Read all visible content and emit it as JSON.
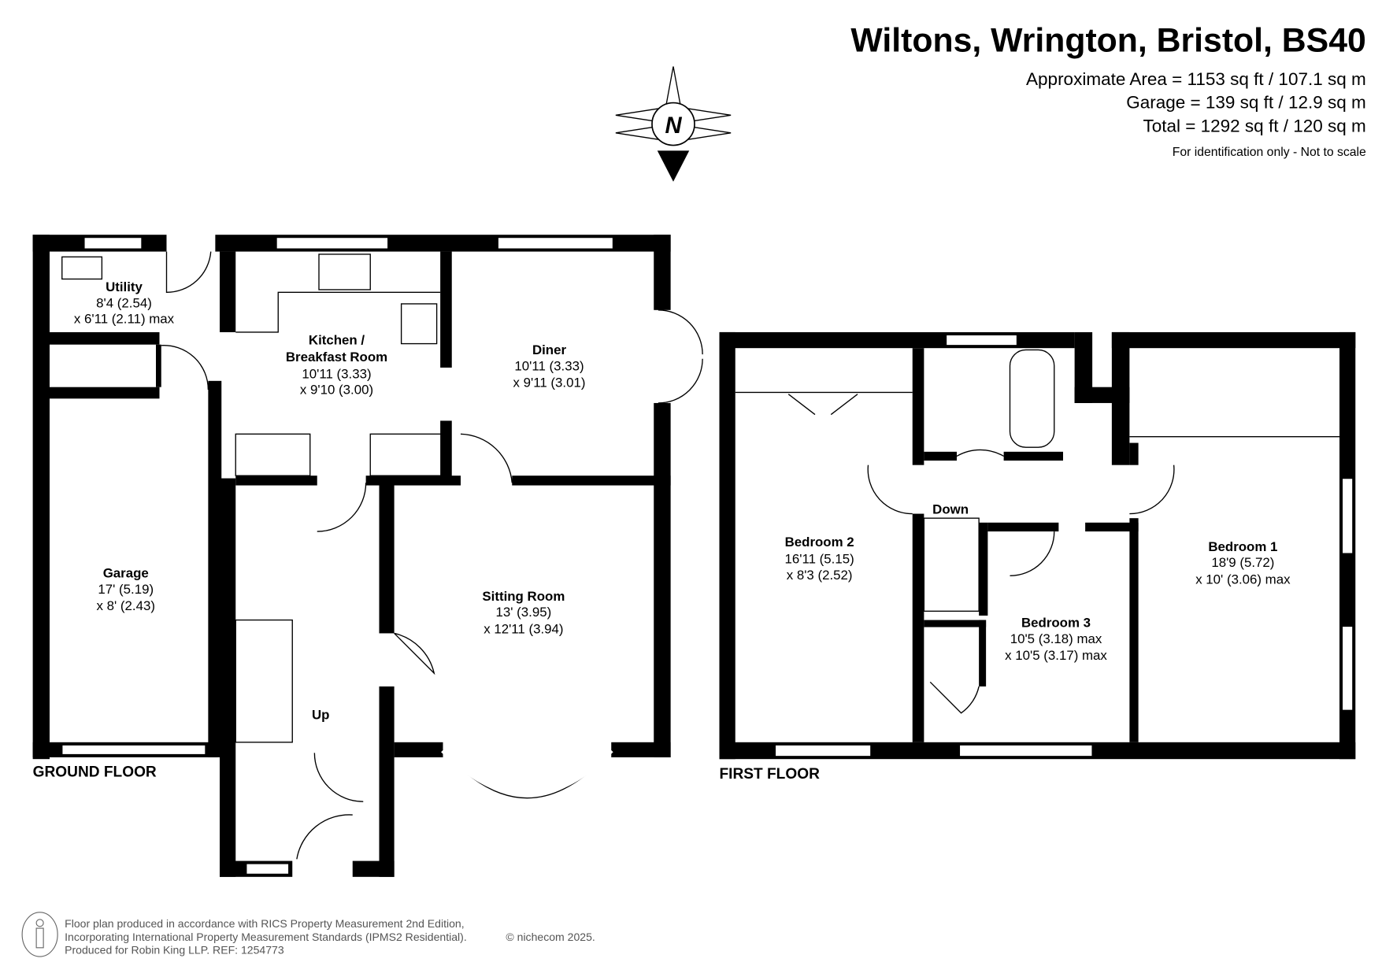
{
  "header": {
    "title": "Wiltons, Wrington, Bristol, BS40",
    "approx_area": "Approximate Area = 1153 sq ft / 107.1 sq m",
    "garage_area": "Garage = 139 sq ft / 12.9 sq m",
    "total_area": "Total = 1292 sq ft / 120 sq m",
    "disclaimer": "For identification only - Not to scale"
  },
  "compass": {
    "label": "N"
  },
  "ground_floor": {
    "label": "GROUND FLOOR",
    "rooms": [
      {
        "name": "Utility",
        "dim1": "8'4 (2.54)",
        "dim2": "x 6'11 (2.11) max"
      },
      {
        "name": "Kitchen /",
        "name2": "Breakfast Room",
        "dim1": "10'11 (3.33)",
        "dim2": "x 9'10 (3.00)"
      },
      {
        "name": "Diner",
        "dim1": "10'11 (3.33)",
        "dim2": "x 9'11 (3.01)"
      },
      {
        "name": "Garage",
        "dim1": "17' (5.19)",
        "dim2": "x 8' (2.43)"
      },
      {
        "name": "Sitting Room",
        "dim1": "13' (3.95)",
        "dim2": "x 12'11 (3.94)"
      }
    ],
    "stairs_label": "Up"
  },
  "first_floor": {
    "label": "FIRST FLOOR",
    "rooms": [
      {
        "name": "Bedroom 2",
        "dim1": "16'11 (5.15)",
        "dim2": "x 8'3 (2.52)"
      },
      {
        "name": "Bedroom 3",
        "dim1": "10'5 (3.18) max",
        "dim2": "x 10'5 (3.17) max"
      },
      {
        "name": "Bedroom 1",
        "dim1": "18'9 (5.72)",
        "dim2": "x 10' (3.06) max"
      }
    ],
    "stairs_label": "Down"
  },
  "footer": {
    "line1": "Floor plan produced in accordance with RICS Property Measurement 2nd Edition,",
    "line2": "Incorporating International Property Measurement Standards (IPMS2 Residential).",
    "copyright": "© nichecom 2025.",
    "line3": "Produced for Robin King LLP.   REF: 1254773"
  }
}
